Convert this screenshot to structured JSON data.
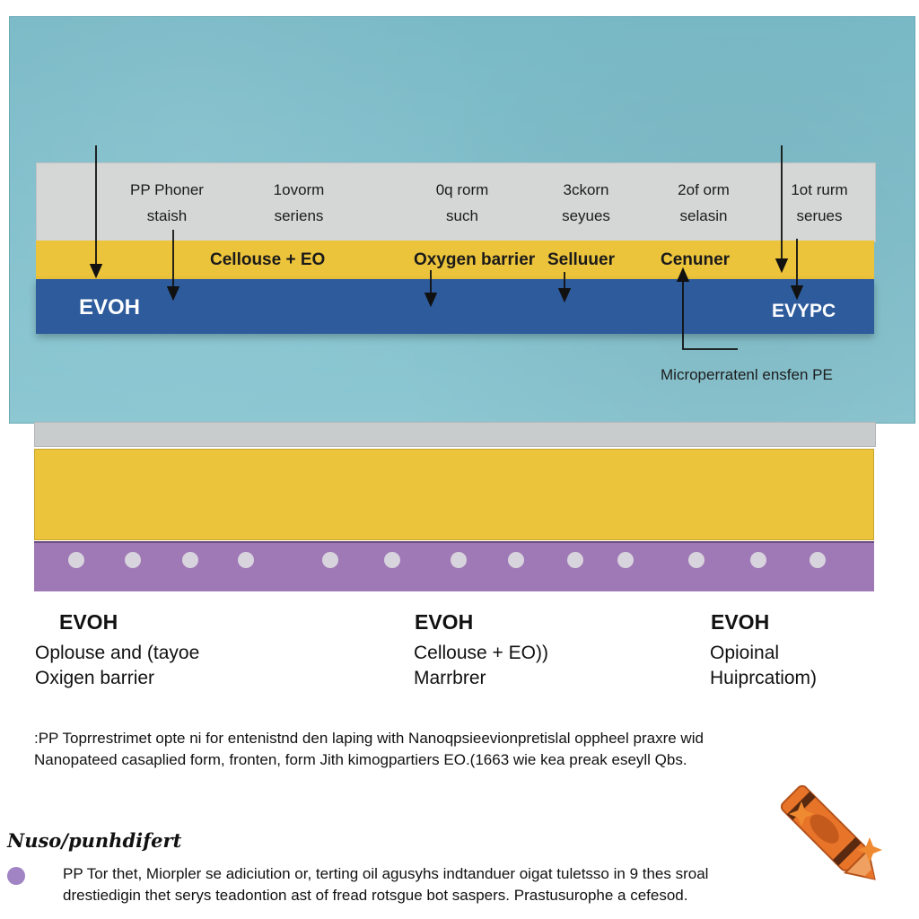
{
  "header_cells": [
    {
      "line1": "PP Phoner",
      "line2": "staish"
    },
    {
      "line1": "1ovorm",
      "line2": "seriens"
    },
    {
      "line1": "0q rorm",
      "line2": "such"
    },
    {
      "line1": "3ckorn",
      "line2": "seyues"
    },
    {
      "line1": "2of orm",
      "line2": "selasin"
    },
    {
      "line1": "1ot rurm",
      "line2": "serues"
    }
  ],
  "yellow_labels": [
    "Cellouse + EO",
    "Oxygen barrier",
    "Selluuer",
    "Cenuner"
  ],
  "blue_labels": {
    "left": "EVOH",
    "right": "EVYPC"
  },
  "micro_label": "Microperratenl ensfen PE",
  "columns": [
    {
      "title": "EVOH",
      "line1": "Oplouse and (tayoe",
      "line2": "Oxigen barrier"
    },
    {
      "title": "EVOH",
      "line1": "Cellouse + EO))",
      "line2": "Marrbrer"
    },
    {
      "title": "EVOH",
      "line1": "Opioinal",
      "line2": "Huiprcatiom)"
    }
  ],
  "paragraph": {
    "line1": ":PP Toprrestrimet opte ni for entenistnd den laping with Nanoqpsieevionpretislal oppheel praxre wid",
    "line2": "Nanopateed casaplied form, fronten, form Jith kimogpartiers EO.(1663 wie kea preak eseyll Qbs."
  },
  "section": {
    "title": "Nuso/punhdifert",
    "line1": "PP Tor thet, Miorpler se adiciution or, terting oil agusyhs indtanduer oigat tuletsso in 9 thes sroal",
    "line2": "drestiedigin thet serys teadontion ast of fread rotsgue bot saspers. Prastusurophe a cefesod."
  },
  "colors": {
    "teal_panel": "#7fbfcb",
    "grey_band": "#d5d6d6",
    "yellow": "#ecc43b",
    "blue": "#2d5b9c",
    "purple": "#9f78b6",
    "crayon_orange": "#e8742a"
  },
  "icons": {
    "crayon": "crayon-icon",
    "sparkle": "sparkle-icon"
  }
}
